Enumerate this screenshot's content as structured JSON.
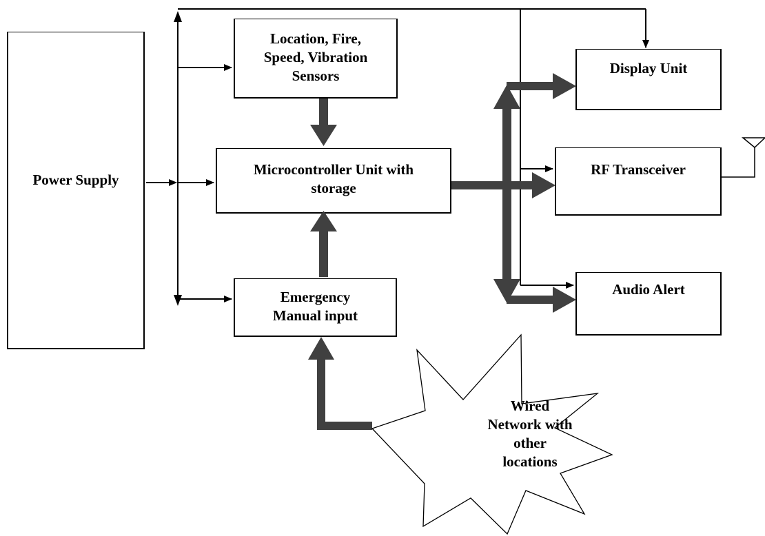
{
  "diagram": {
    "power_supply": {
      "label": "Power Supply"
    },
    "sensors": {
      "lines": [
        "Location, Fire,",
        "Speed, Vibration",
        "Sensors"
      ]
    },
    "mcu": {
      "lines": [
        "Microcontroller Unit with",
        "storage"
      ]
    },
    "emergency": {
      "lines": [
        "Emergency",
        "Manual input"
      ]
    },
    "display": {
      "label": "Display Unit"
    },
    "rf": {
      "label": "RF Transceiver"
    },
    "audio": {
      "label": "Audio Alert"
    },
    "network": {
      "lines": [
        "Wired",
        "Network with",
        "other",
        "locations"
      ]
    }
  },
  "colors": {
    "thick_arrow": "#404040",
    "line": "#000000"
  }
}
